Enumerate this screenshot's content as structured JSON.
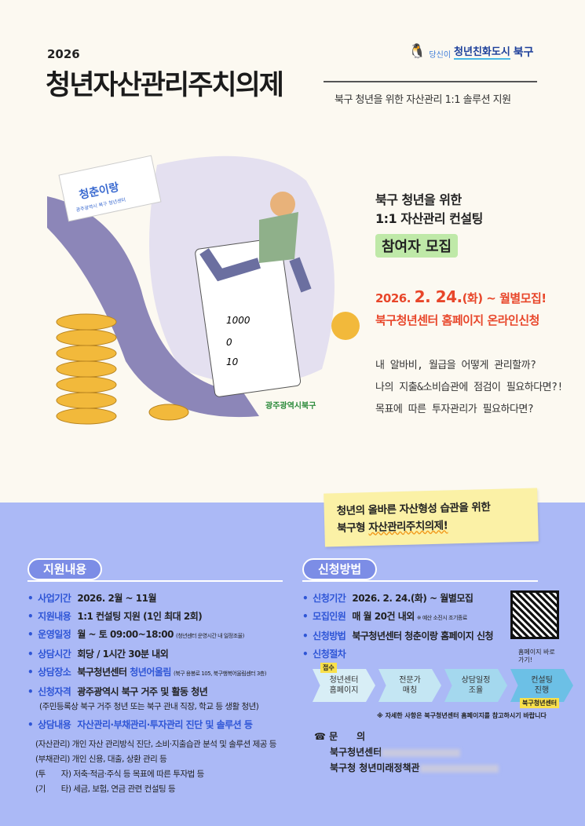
{
  "header": {
    "year": "2026",
    "title": "청년자산관리주치의제",
    "subtitle": "북구 청년을 위한 자산관리 1:1 솔루션 지원",
    "logo": {
      "prefix": "당신이",
      "main": "청년친화도시",
      "region": "북구"
    }
  },
  "hero": {
    "line1": "북구 청년을 위한",
    "line2": "1:1 자산관리 컨설팅",
    "recruit": "참여자 모집",
    "date_pre": "2026. ",
    "date_big": "2. 24.",
    "date_post": "(화) ~ 월별모집!",
    "apply": "북구청년센터 홈페이지 온라인신청",
    "questions": [
      "내 알바비, 월급을 어떻게 관리할까?",
      "나의 지출&소비습관에 점검이 필요하다면?!",
      "목표에 따른 투자관리가 필요하다면?"
    ]
  },
  "illustration": {
    "sign": "청춘이랑",
    "sign_sub": "광주광역시 북구 청년센터",
    "receipt": [
      "1000",
      "0",
      "10"
    ],
    "emblem": "광주광역시북구"
  },
  "note": {
    "line1": "청년의 올바른 자산형성 습관을 위한",
    "line2_pre": "북구형 ",
    "line2_ul": "자산관리주치의제!"
  },
  "support": {
    "heading": "지원내용",
    "items": [
      {
        "k": "사업기간",
        "v": "2026. 2월 ~ 11월"
      },
      {
        "k": "지원내용",
        "v": "1:1 컨설팅 지원 (1인 최대 2회)"
      },
      {
        "k": "운영일정",
        "v": "월 ~ 토 09:00~18:00",
        "tiny": "(청년센터 운영시간 내 일정조율)"
      },
      {
        "k": "상담시간",
        "v": "회당 / 1시간 30분 내외"
      },
      {
        "k": "상담장소",
        "v": "북구청년센터 ",
        "hl": "청년어울림",
        "tiny": "(북구 용봉로 105, 북구행복어울림센터 3층)"
      },
      {
        "k": "신청자격",
        "v": "광주광역시 북구 거주 및 활동 청년",
        "paren": "(주민등록상 북구 거주 청년 또는 북구 관내 직장, 학교 등 생활 청년)"
      },
      {
        "k": "상담내용",
        "hl": "자산관리·부채관리·투자관리 진단 및 솔루션 등"
      }
    ],
    "details": [
      "(자산관리) 개인 자산 관리방식 진단, 소비·지출습관 분석 및 솔루션 제공 등",
      "(부채관리) 개인 신용, 대출, 상환 관리 등",
      "(투　　자) 저축·적금·주식 등 목표에 따른 투자법 등",
      "(기　　타) 세금, 보험, 연금 관련 컨설팅 등"
    ]
  },
  "apply": {
    "heading": "신청방법",
    "items": [
      {
        "k": "신청기간",
        "v": "2026. 2. 24.(화) ~  월별모집"
      },
      {
        "k": "모집인원",
        "v": "매 월 20건 내외",
        "tiny": "※ 예산 소진시 조기종료"
      },
      {
        "k": "신청방법",
        "v": "북구청년센터 청춘이랑 홈페이지 신청"
      },
      {
        "k": "신청절차",
        "v": ""
      }
    ],
    "qr_caption": "홈페이지 바로가기!",
    "steps": [
      {
        "label": "청년센터\n홈페이지",
        "tag": "접수",
        "color": "#d8eef6"
      },
      {
        "label": "전문가\n매칭",
        "color": "#c4e6f3"
      },
      {
        "label": "상담일정\n조율",
        "color": "#a4d8ee"
      },
      {
        "label": "컨설팅\n진행",
        "tag": "북구청년센터",
        "color": "#6cc0e6"
      }
    ],
    "footnote": "※ 자세한 사항은 북구청년센터 홈페이지를 참고하시기 바랍니다",
    "contact": {
      "heading": "문　　의",
      "lines": [
        "북구청년센터",
        "북구청 청년미래정책관"
      ]
    }
  },
  "colors": {
    "background": "#fcf9f1",
    "blue_panel": "#abb9f6",
    "accent_blue": "#2e55d6",
    "accent_red": "#e8462a",
    "note": "#fbf1a6"
  }
}
